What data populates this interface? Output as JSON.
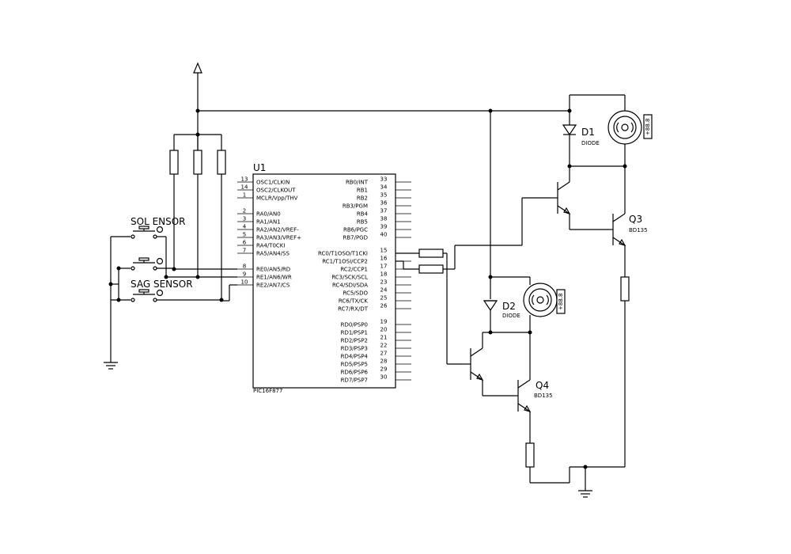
{
  "sensors": {
    "sol_label": "SOL ENSOR",
    "sag_label": "SAG  SENSOR"
  },
  "mcu": {
    "ref": "U1",
    "part": "PIC16F877",
    "left_pins": [
      {
        "num": "13",
        "name": "OSC1/CLKIN"
      },
      {
        "num": "14",
        "name": "OSC2/CLKOUT"
      },
      {
        "num": "1",
        "name": "MCLR/Vpp/THV"
      },
      {
        "num": "2",
        "name": "RA0/AN0"
      },
      {
        "num": "3",
        "name": "RA1/AN1"
      },
      {
        "num": "4",
        "name": "RA2/AN2/VREF-"
      },
      {
        "num": "5",
        "name": "RA3/AN3/VREF+"
      },
      {
        "num": "6",
        "name": "RA4/T0CKI"
      },
      {
        "num": "7",
        "name": "RA5/AN4/SS"
      },
      {
        "num": "8",
        "name": "RE0/AN5/RD"
      },
      {
        "num": "9",
        "name": "RE1/AN6/WR"
      },
      {
        "num": "10",
        "name": "RE2/AN7/CS"
      }
    ],
    "right_pins": [
      {
        "num": "33",
        "name": "RB0/INT"
      },
      {
        "num": "34",
        "name": "RB1"
      },
      {
        "num": "35",
        "name": "RB2"
      },
      {
        "num": "36",
        "name": "RB3/PGM"
      },
      {
        "num": "37",
        "name": "RB4"
      },
      {
        "num": "38",
        "name": "RB5"
      },
      {
        "num": "39",
        "name": "RB6/PGC"
      },
      {
        "num": "40",
        "name": "RB7/PGD"
      },
      {
        "num": "15",
        "name": "RC0/T1OSO/T1CKI"
      },
      {
        "num": "16",
        "name": "RC1/T1OSI/CCP2"
      },
      {
        "num": "17",
        "name": "RC2/CCP1"
      },
      {
        "num": "18",
        "name": "RC3/SCK/SCL"
      },
      {
        "num": "23",
        "name": "RC4/SDI/SDA"
      },
      {
        "num": "24",
        "name": "RC5/SDO"
      },
      {
        "num": "25",
        "name": "RC6/TX/CK"
      },
      {
        "num": "26",
        "name": "RC7/RX/DT"
      },
      {
        "num": "19",
        "name": "RD0/PSP0"
      },
      {
        "num": "20",
        "name": "RD1/PSP1"
      },
      {
        "num": "21",
        "name": "RD2/PSP2"
      },
      {
        "num": "22",
        "name": "RD3/PSP3"
      },
      {
        "num": "27",
        "name": "RD4/PSP4"
      },
      {
        "num": "28",
        "name": "RD5/PSP5"
      },
      {
        "num": "29",
        "name": "RD6/PSP6"
      },
      {
        "num": "30",
        "name": "RD7/PSP7"
      }
    ]
  },
  "diodes": [
    {
      "ref": "D1",
      "type": "DIODE"
    },
    {
      "ref": "D2",
      "type": "DIODE"
    }
  ],
  "transistors": [
    {
      "ref": "Q3",
      "type": "BD135"
    },
    {
      "ref": "Q4",
      "type": "BD135"
    }
  ],
  "motors": [
    {
      "display": "+88.8"
    },
    {
      "display": "+88.8"
    }
  ]
}
